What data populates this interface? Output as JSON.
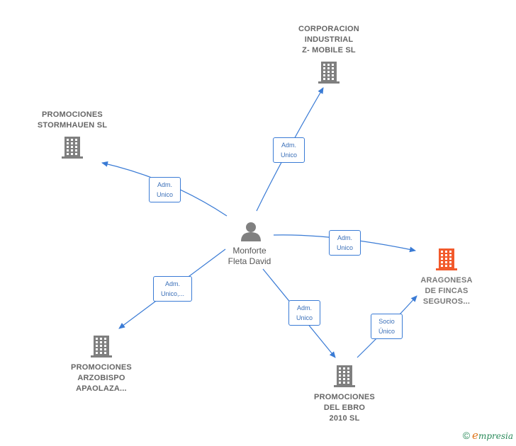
{
  "colors": {
    "edge": "#3a7bd5",
    "building": "#7f7f7f",
    "building_highlight": "#f25a2c",
    "person": "#808080"
  },
  "center": {
    "label_line1": "Monforte",
    "label_line2": "Fleta David",
    "icon": "person-icon"
  },
  "nodes": [
    {
      "id": "corporacion",
      "lines": [
        "CORPORACION",
        "INDUSTRIAL",
        "Z- MOBILE SL"
      ],
      "icon": "building-icon"
    },
    {
      "id": "stormhauen",
      "lines": [
        "PROMOCIONES",
        "STORMHAUEN SL"
      ],
      "icon": "building-icon"
    },
    {
      "id": "aragonesa",
      "lines": [
        "ARAGONESA",
        "DE FINCAS",
        "SEGUROS..."
      ],
      "icon": "building-icon",
      "highlight": true
    },
    {
      "id": "arzobispo",
      "lines": [
        "PROMOCIONES",
        "ARZOBISPO",
        "APAOLAZA..."
      ],
      "icon": "building-icon"
    },
    {
      "id": "ebro",
      "lines": [
        "PROMOCIONES",
        "DEL EBRO",
        "2010 SL"
      ],
      "icon": "building-icon"
    }
  ],
  "edges": [
    {
      "from": "center",
      "to": "corporacion",
      "label": [
        "Adm.",
        "Unico"
      ]
    },
    {
      "from": "center",
      "to": "stormhauen",
      "label": [
        "Adm.",
        "Unico"
      ]
    },
    {
      "from": "center",
      "to": "aragonesa",
      "label": [
        "Adm.",
        "Unico"
      ]
    },
    {
      "from": "center",
      "to": "arzobispo",
      "label": [
        "Adm.",
        "Unico,..."
      ]
    },
    {
      "from": "center",
      "to": "ebro",
      "label": [
        "Adm.",
        "Unico"
      ]
    },
    {
      "from": "ebro",
      "to": "aragonesa",
      "label": [
        "Socio",
        "Único"
      ]
    }
  ],
  "watermark": {
    "copyright": "©",
    "brand_first": "e",
    "brand_rest": "mpresia"
  }
}
